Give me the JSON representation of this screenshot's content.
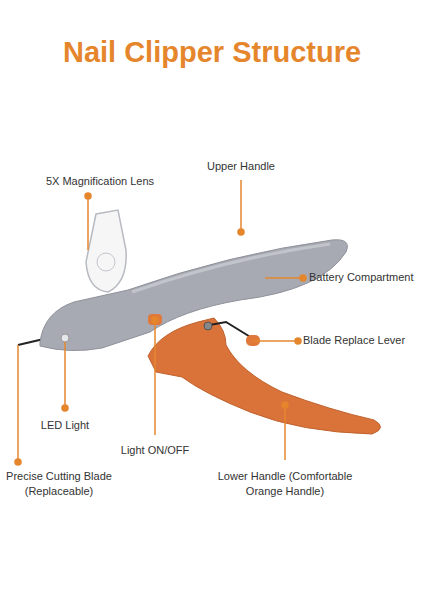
{
  "diagram": {
    "title": "Nail Clipper Structure",
    "labels": [
      "Upper Handle",
      "5X Magnification Lens",
      "Battery Compartment",
      "Blade Replace Lever",
      "LED Light",
      "Light ON/OFF",
      "Precise Cutting Blade (Replaceable)",
      "Lower Handle (Comfortable Orange Handle)"
    ]
  }
}
